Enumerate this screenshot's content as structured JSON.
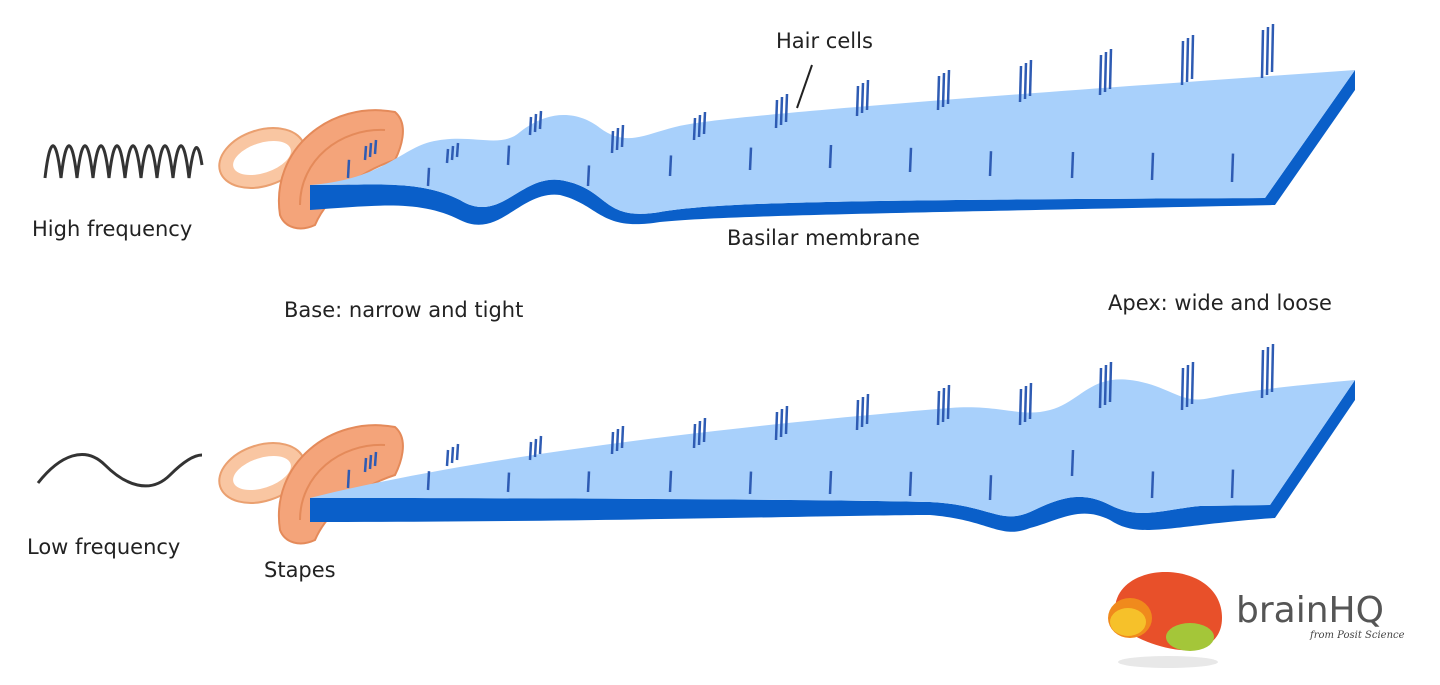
{
  "labels": {
    "hair_cells": "Hair cells",
    "high_frequency": "High frequency",
    "basilar_membrane": "Basilar membrane",
    "base": "Base: narrow and tight",
    "apex": "Apex: wide and loose",
    "low_frequency": "Low frequency",
    "stapes": "Stapes"
  },
  "logo": {
    "name": "brainHQ",
    "tagline": "from Posit Science"
  },
  "colors": {
    "membrane_top": "#a8d0fb",
    "membrane_edge": "#0a5fc9",
    "hair_cell": "#2e5bb3",
    "stapes_front": "#f4a47a",
    "stapes_back": "#f9c6a2",
    "wave_line": "#333333"
  }
}
